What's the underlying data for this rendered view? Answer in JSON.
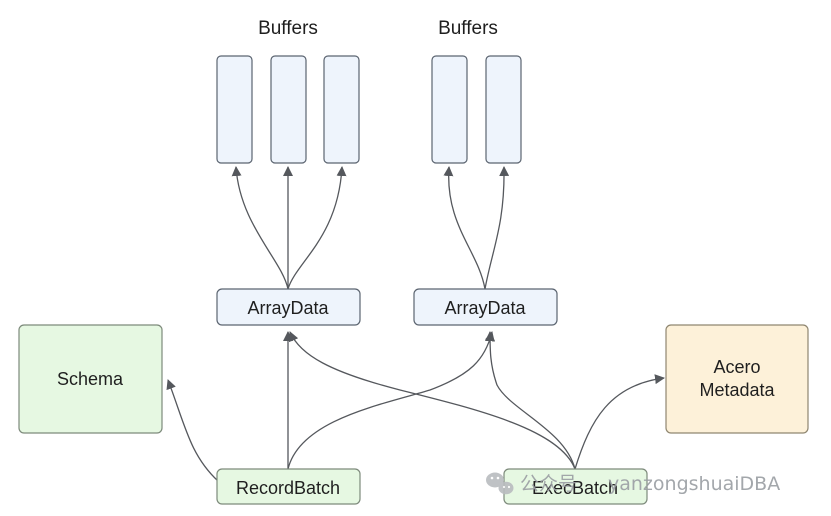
{
  "diagram": {
    "buffers_group_1": {
      "title": "Buffers",
      "buffer_count": 3
    },
    "buffers_group_2": {
      "title": "Buffers",
      "buffer_count": 2
    },
    "arraydata_1": {
      "label": "ArrayData"
    },
    "arraydata_2": {
      "label": "ArrayData"
    },
    "schema": {
      "label": "Schema"
    },
    "acero_metadata": {
      "label_line1": "Acero",
      "label_line2": "Metadata"
    },
    "record_batch": {
      "label": "RecordBatch"
    },
    "exec_batch": {
      "label": "ExecBatch"
    }
  },
  "watermark": {
    "source_label": "公众号",
    "account": "yanzongshuaiDBA"
  },
  "colors": {
    "buffer_fill": "#eef4fc",
    "arraydata_fill": "#eef4fc",
    "blue_stroke": "#5b6470",
    "schema_fill": "#e6f8e2",
    "batch_fill": "#e6f8e2",
    "green_stroke": "#7d8a7b",
    "acero_fill": "#fdf1d9",
    "acero_stroke": "#8f8670",
    "edge": "#55585d"
  }
}
